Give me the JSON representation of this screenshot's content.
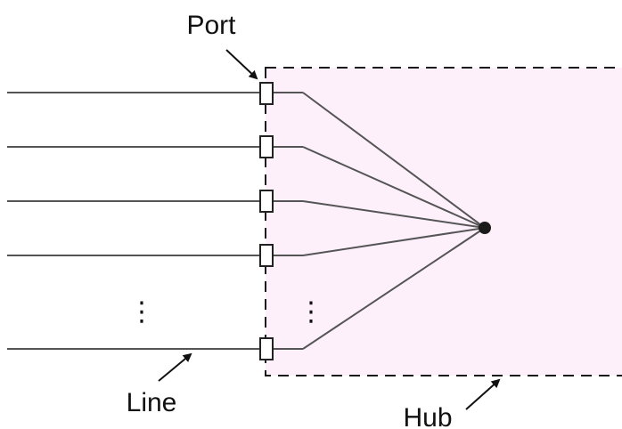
{
  "labels": {
    "port": "Port",
    "line": "Line",
    "hub": "Hub"
  },
  "ellipsis": "⋮",
  "colors": {
    "hub_fill": "#fdf0fb",
    "hub_border": "#1a1a1a",
    "line": "#555555",
    "port_fill": "#ffffff",
    "port_stroke": "#222222",
    "node": "#1a1a1a",
    "text": "#111111"
  },
  "structure": {
    "visible_lines": 5,
    "visible_ports": 5,
    "hub_nodes": 1,
    "ellipsis_marks": 2
  }
}
